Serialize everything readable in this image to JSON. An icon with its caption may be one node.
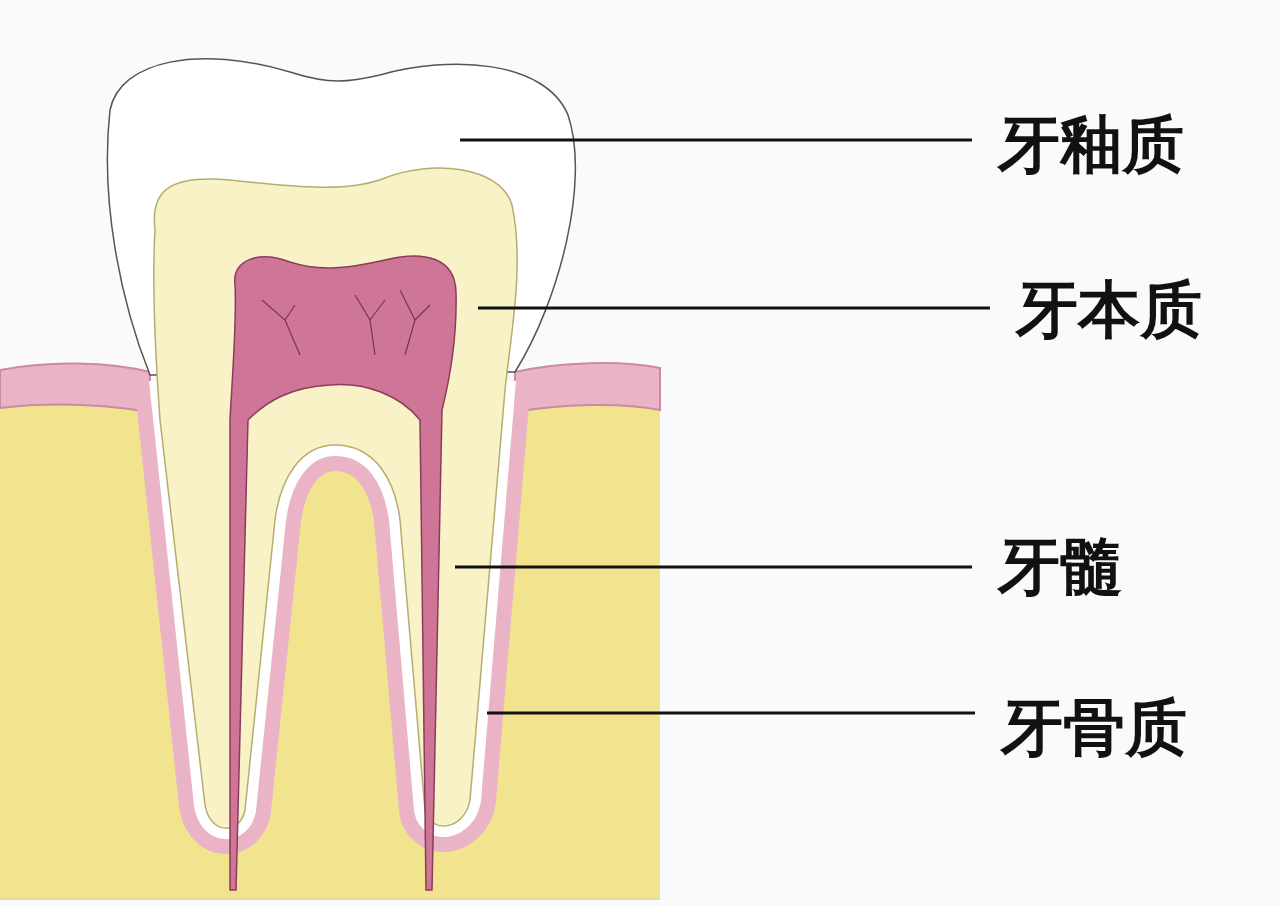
{
  "diagram": {
    "nodes": [
      {
        "text": [
          "牙釉质"
        ]
      },
      {
        "text": [
          "牙本质"
        ]
      },
      {
        "text": [
          "牙髓"
        ]
      },
      {
        "text": [
          "牙骨质"
        ]
      }
    ],
    "edges": [
      {
        "from": 0,
        "to": null,
        "arrow": "none"
      },
      {
        "from": 1,
        "to": null,
        "arrow": "none"
      },
      {
        "from": 2,
        "to": null,
        "arrow": "none"
      },
      {
        "from": 3,
        "to": null,
        "arrow": "none"
      }
    ]
  }
}
